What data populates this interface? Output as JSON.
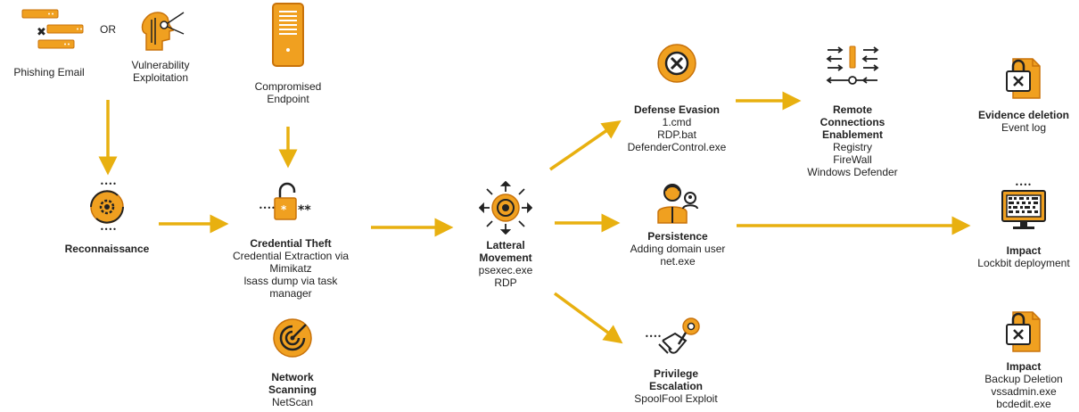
{
  "colors": {
    "orange": "#F0A020",
    "orange_dark": "#C8720A",
    "arrow": "#E8B010",
    "arrow_edge": "#C99300",
    "ink": "#222222"
  },
  "or_label": "OR",
  "phishing": {
    "label": "Phishing Email",
    "icon": "email-icon"
  },
  "vulnerability": {
    "label": [
      "Vulnerability",
      "Exploitation"
    ],
    "icon": "head-exploit-icon"
  },
  "endpoint": {
    "label": [
      "Compromised",
      "Endpoint"
    ],
    "icon": "server-icon"
  },
  "recon": {
    "title": "Reconnaissance",
    "icon": "gear-cycle-icon"
  },
  "credential": {
    "title": "Credential Theft",
    "lines": [
      "Credential Extraction via",
      "Mimikatz",
      "lsass dump via task",
      "manager"
    ],
    "icon": "padlock-password-icon"
  },
  "scanning": {
    "title": [
      "Network",
      "Scanning"
    ],
    "lines": [
      "NetScan"
    ],
    "icon": "radar-icon"
  },
  "lateral": {
    "title": [
      "Latteral",
      "Movement"
    ],
    "lines": [
      "psexec.exe",
      "RDP"
    ],
    "icon": "lateral-target-icon"
  },
  "evasion": {
    "title": "Defense Evasion",
    "lines": [
      "1.cmd",
      "RDP.bat",
      "DefenderControl.exe"
    ],
    "icon": "block-icon"
  },
  "remote": {
    "title": [
      "Remote",
      "Connections",
      "Enablement"
    ],
    "lines": [
      "Registry",
      "FireWall",
      "Windows Defender"
    ],
    "icon": "connections-icon"
  },
  "persistence": {
    "title": "Persistence",
    "lines": [
      "Adding domain user",
      "net.exe"
    ],
    "icon": "users-icon"
  },
  "privilege": {
    "title": [
      "Privilege",
      "Escalation"
    ],
    "lines": [
      "SpoolFool Exploit"
    ],
    "icon": "handshake-key-icon"
  },
  "evidence": {
    "title": "Evidence deletion",
    "lines": [
      "Event log"
    ],
    "icon": "locked-document-icon"
  },
  "impact1": {
    "title": "Impact",
    "lines": [
      "Lockbit deployment"
    ],
    "icon": "infected-monitor-icon"
  },
  "impact2": {
    "title": "Impact",
    "lines": [
      "Backup Deletion",
      "vssadmin.exe",
      "bcdedit.exe"
    ],
    "icon": "locked-document-icon"
  }
}
